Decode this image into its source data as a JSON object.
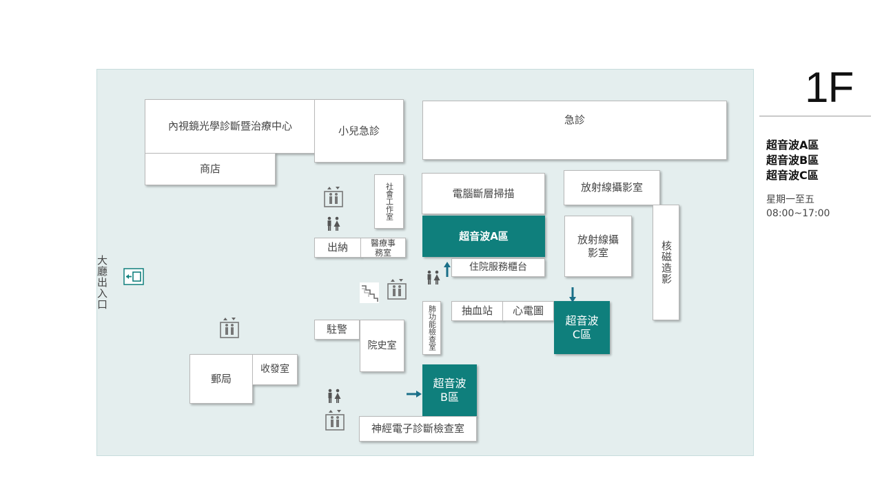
{
  "floor": "1F",
  "lobby_entrance": "大廳出入口",
  "legend": {
    "areas": [
      "超音波A區",
      "超音波B區",
      "超音波C區"
    ],
    "days": "星期一至五",
    "time": "08:00~17:00"
  },
  "rooms": {
    "endoscopy": "內視鏡光學診斷暨治療中心",
    "pediatric_er": "小兒急診",
    "emergency": "急診",
    "shop": "商店",
    "social_work": "社會工作室",
    "ct": "電腦斷層掃描",
    "xray_top": "放射線攝影室",
    "ultrasound_a": "超音波A區",
    "xray_mid": "放射線攝\n影室",
    "mri": "核磁造影",
    "cashier": "出納",
    "medical_affairs": "醫療事\n務室",
    "admission": "住院服務櫃台",
    "pulmonary": "肺功能檢查室",
    "blood_draw": "抽血站",
    "ecg": "心電圖",
    "ultrasound_c": "超音波\nC區",
    "police": "駐警",
    "history": "院史室",
    "post_office": "郵局",
    "mail_room": "收發室",
    "ultrasound_b": "超音波\nB區",
    "neuro_diag": "神經電子診斷檢查室"
  },
  "colors": {
    "accent": "#0f7f7c",
    "floor": "#e4eeee"
  },
  "icons": [
    "elevator-icon",
    "restroom-icon",
    "stairs-icon",
    "exit-icon",
    "arrow-icon"
  ]
}
